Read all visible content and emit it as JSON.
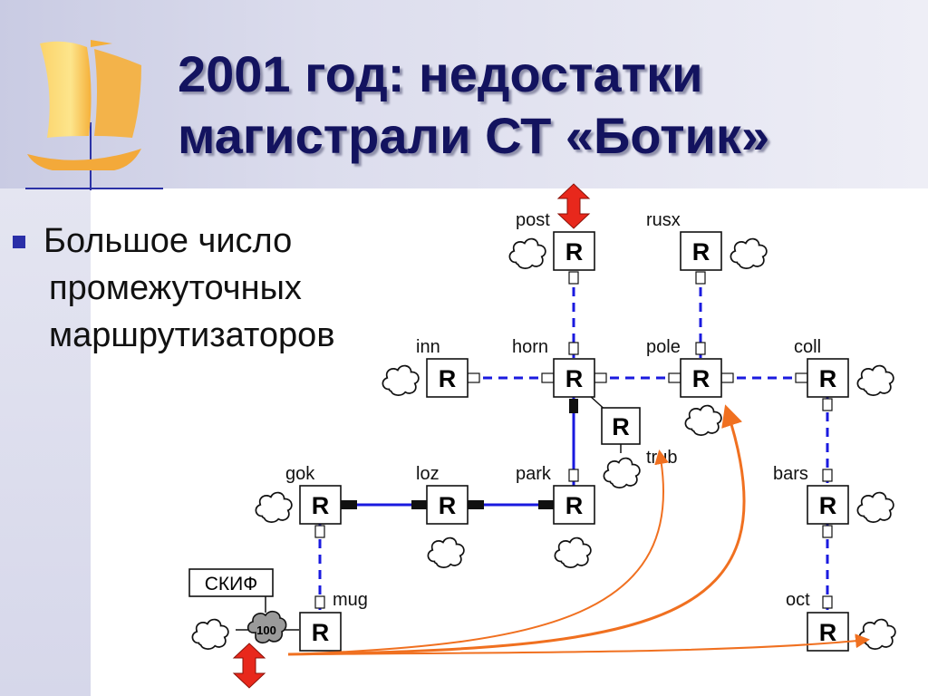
{
  "title": {
    "line1": "2001 год: недостатки",
    "line2": "магистрали СТ «Ботик»"
  },
  "bullet": {
    "line1": "Большое число",
    "line2": "промежуточных",
    "line3": "маршрутизаторов"
  },
  "diagram": {
    "router_label": "R",
    "skif_label": "СКИФ",
    "hub_label": "100",
    "nodes": {
      "post": "post",
      "rusx": "rusx",
      "inn": "inn",
      "horn": "horn",
      "pole": "pole",
      "coll": "coll",
      "trub": "trub",
      "gok": "gok",
      "loz": "loz",
      "park": "park",
      "bars": "bars",
      "mug": "mug",
      "oct": "oct"
    }
  },
  "colors": {
    "title": "#13135f",
    "bullet_square": "#2a2fa8",
    "link_blue": "#1a1adf",
    "arrow_red": "#e8281c",
    "arrow_orange": "#f07020"
  }
}
